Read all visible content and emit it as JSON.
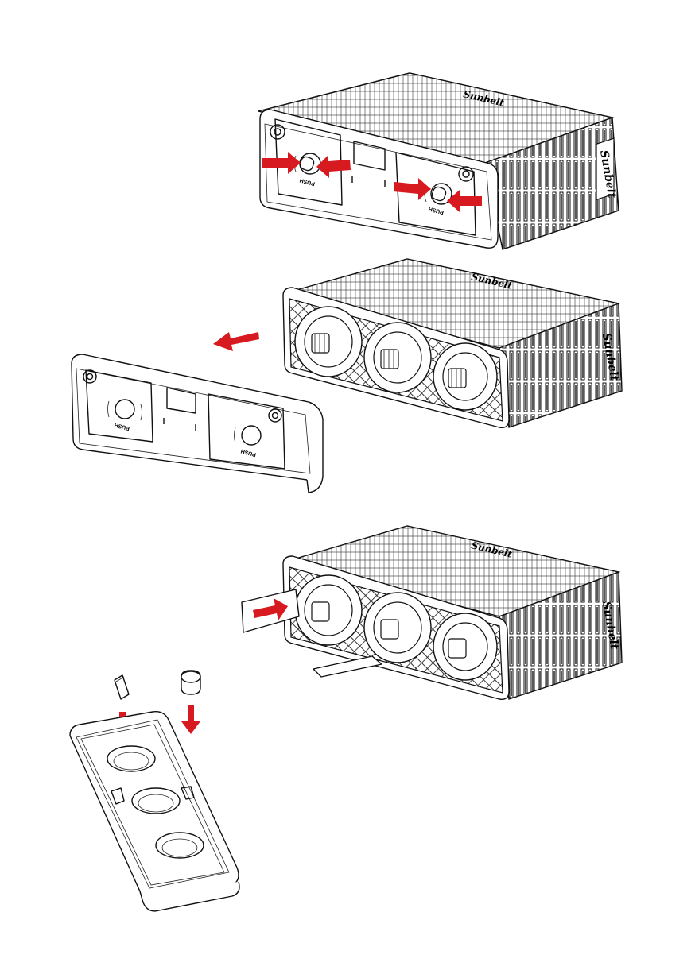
{
  "labels": {
    "push": "PUSH",
    "brand": "Sunbelt"
  },
  "colors": {
    "arrow": "#d71920",
    "line": "#111111",
    "background": "#ffffff"
  },
  "steps": [
    {
      "id": 1,
      "panel": "release-latches"
    },
    {
      "id": 2,
      "panel": "remove-cover"
    },
    {
      "id": 3,
      "panel": "insert-card"
    },
    {
      "id": 4,
      "panel": "place-parts-in-cover"
    }
  ]
}
